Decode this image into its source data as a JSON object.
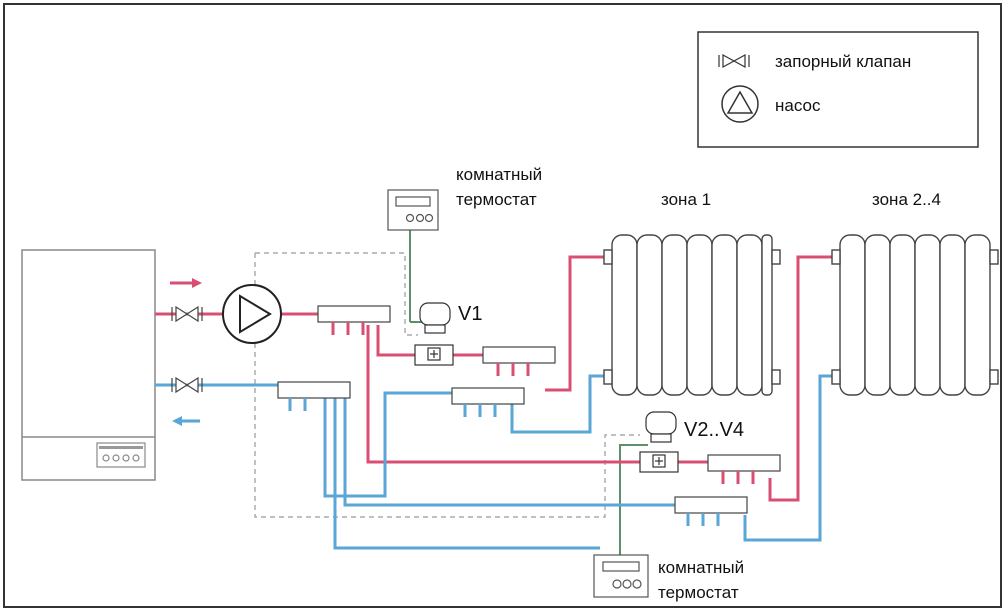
{
  "legend": {
    "valve_label": "запорный клапан",
    "pump_label": "насос"
  },
  "thermostat_top": {
    "line1": "комнатный",
    "line2": "термостат"
  },
  "thermostat_bottom": {
    "line1": "комнатный",
    "line2": "термостат"
  },
  "zones": {
    "zone1": "зона 1",
    "zone2": "зона 2..4"
  },
  "valves": {
    "v1": "V1",
    "v2": "V2..V4"
  },
  "colors": {
    "supply": "#d94f72",
    "return": "#5aa6d6",
    "wire": "#5c8f6a",
    "outline": "#333333",
    "device": "#888888",
    "dashed": "#999999"
  },
  "icons": [
    "shutoff-valve-icon",
    "pump-icon",
    "arrow-right-icon",
    "arrow-left-icon"
  ]
}
